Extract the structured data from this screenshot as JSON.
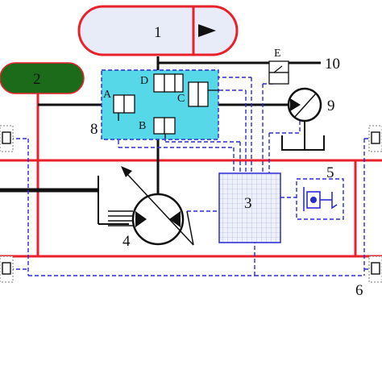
{
  "labels": {
    "n1": "1",
    "n2": "2",
    "n3": "3",
    "n4": "4",
    "n5": "5",
    "n6": "6",
    "n8": "8",
    "n9": "9",
    "n10": "10",
    "A": "A",
    "B": "B",
    "C": "C",
    "D": "D",
    "E": "E"
  },
  "colors": {
    "red_line": "#e8212b",
    "accumulator1_fill": "#e8ecf8",
    "accumulator2_fill": "#1b6b1b",
    "valve_block_fill": "#56d8e8",
    "controller_fill": "#dfe6f5",
    "signal_dash": "#2b2bd6",
    "hydraulic_line": "#111111"
  },
  "icons": {
    "accumulator_1": "high-pressure-accumulator-icon",
    "accumulator_2": "low-pressure-accumulator-icon",
    "pump_motor": "variable-pump-motor-icon",
    "motor_9": "hydraulic-motor-icon",
    "sensor_5": "pedal-sensor-icon",
    "wheel_sensor": "wheel-speed-sensor-icon"
  }
}
